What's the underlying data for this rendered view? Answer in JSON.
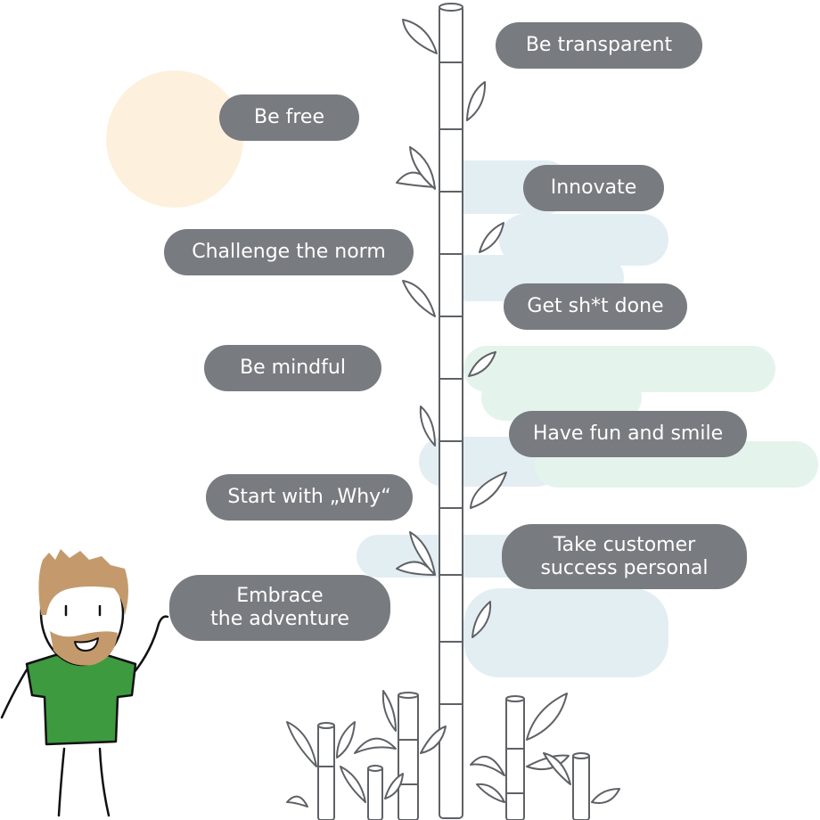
{
  "colors": {
    "pill_background": "#787b80",
    "pill_text": "#ffffff",
    "sun": "#fdf1de",
    "cloud_blue": "#e3eef3",
    "cloud_green": "#e4f4ec",
    "bamboo_line": "#5f6166",
    "character_shirt": "#3d9a3f",
    "character_hair": "#c49a6c"
  },
  "left_values": [
    {
      "text": "Be free"
    },
    {
      "text": "Challenge the norm"
    },
    {
      "text": "Be mindful"
    },
    {
      "text": "Start with „Why“"
    },
    {
      "line1": "Embrace",
      "line2": "the adventure"
    }
  ],
  "right_values": [
    {
      "text": "Be transparent"
    },
    {
      "text": "Innovate"
    },
    {
      "text": "Get sh*t done"
    },
    {
      "text": "Have fun and smile"
    },
    {
      "line1": "Take customer",
      "line2": "success personal"
    }
  ],
  "decorations": {
    "sun_icon": "sun",
    "cloud_icon": "cloud",
    "plant_icon": "bamboo",
    "character_icon": "waving-person"
  }
}
